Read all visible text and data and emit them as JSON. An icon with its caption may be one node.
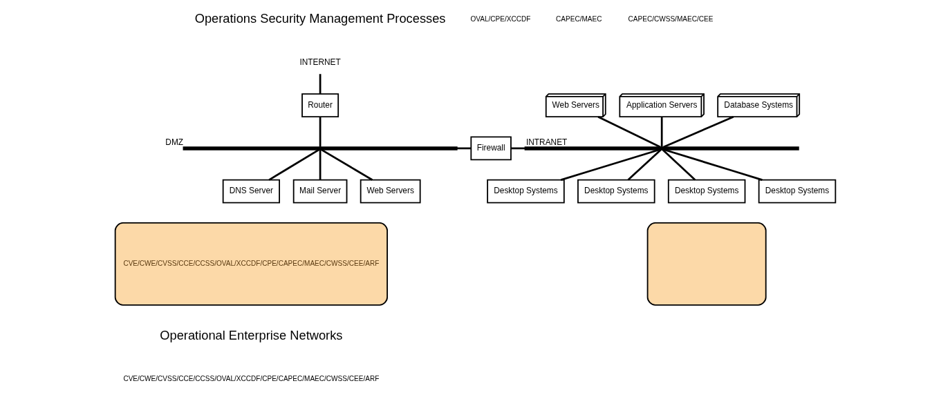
{
  "diagram": {
    "nodes": [
      {
        "text": [
          "INTERNET"
        ]
      },
      {
        "text": [
          "Router"
        ]
      },
      {
        "text": [],
        "shape": "bar",
        "beside": [
          "DMZ"
        ]
      },
      {
        "text": [
          "Firewall"
        ]
      },
      {
        "text": [],
        "shape": "bar",
        "beside": [
          "INTRANET"
        ]
      },
      {
        "text": [
          "DNS Server"
        ]
      },
      {
        "text": [
          "Mail Server"
        ]
      },
      {
        "text": [
          "Web Servers"
        ]
      },
      {
        "text": [
          "Web Servers"
        ]
      },
      {
        "text": [
          "Application Servers"
        ]
      },
      {
        "text": [
          "Database Systems"
        ]
      },
      {
        "text": [
          "Desktop Systems"
        ]
      },
      {
        "text": [
          "Desktop Systems"
        ]
      },
      {
        "text": [
          "Desktop Systems"
        ]
      },
      {
        "text": [
          "Desktop Systems"
        ]
      },
      {
        "text": [
          "CVE/CWE/CVSS/CCE/CCSS/OVAL/XCCDF/CPE/CAPEC/MAEC/CWSS/CEE/ARF"
        ]
      },
      {
        "text": [],
        "shape": "box"
      }
    ],
    "edges": [
      {
        "from": 0,
        "to": 1,
        "arrow": "none"
      },
      {
        "from": 1,
        "to": 2,
        "arrow": "none"
      },
      {
        "from": 2,
        "to": 3,
        "arrow": "none"
      },
      {
        "from": 3,
        "to": 4,
        "arrow": "none"
      },
      {
        "from": 2,
        "to": 5,
        "arrow": "none"
      },
      {
        "from": 2,
        "to": 6,
        "arrow": "none"
      },
      {
        "from": 2,
        "to": 7,
        "arrow": "none"
      },
      {
        "from": 8,
        "to": 4,
        "arrow": "none"
      },
      {
        "from": 9,
        "to": 4,
        "arrow": "none"
      },
      {
        "from": 10,
        "to": 4,
        "arrow": "none"
      },
      {
        "from": 4,
        "to": 11,
        "arrow": "none"
      },
      {
        "from": 4,
        "to": 12,
        "arrow": "none"
      },
      {
        "from": 4,
        "to": 13,
        "arrow": "none"
      },
      {
        "from": 4,
        "to": 14,
        "arrow": "none"
      }
    ],
    "labels": [
      "OVAL/CPE/XCCDF",
      "CAPEC/MAEC",
      "CAPEC/CWSS/MAEC/CEE",
      "Operations Security Management Processes",
      "Operational Enterprise Networks",
      "CVE/CWE/CVSS/CCE/CCSS/OVAL/XCCDF/CPE/CAPEC/MAEC/CWSS/CEE/ARF"
    ]
  }
}
